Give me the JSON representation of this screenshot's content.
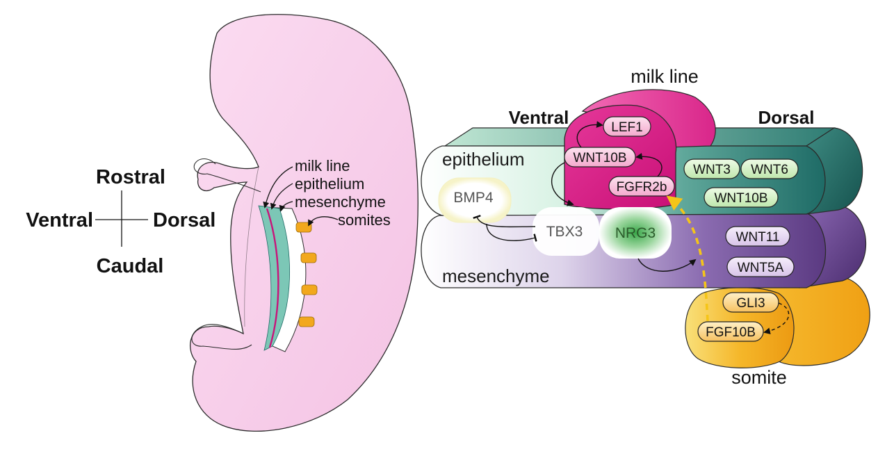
{
  "orientation": {
    "rostral": "Rostral",
    "caudal": "Caudal",
    "ventral": "Ventral",
    "dorsal": "Dorsal"
  },
  "embryo_labels": {
    "milk_line": "milk line",
    "epithelium": "epithelium",
    "mesenchyme": "mesenchyme",
    "somites": "somites"
  },
  "model": {
    "milk_line": "milk line",
    "ventral": "Ventral",
    "dorsal": "Dorsal",
    "epithelium": "epithelium",
    "mesenchyme": "mesenchyme",
    "somite": "somite"
  },
  "genes": {
    "lef1": "LEF1",
    "wnt10b_milk": "WNT10B",
    "fgfr2b": "FGFR2b",
    "bmp4": "BMP4",
    "tbx3": "TBX3",
    "nrg3": "NRG3",
    "wnt3": "WNT3",
    "wnt6": "WNT6",
    "wnt10b_dorsal": "WNT10B",
    "wnt11": "WNT11",
    "wnt5a": "WNT5A",
    "gli3": "GLI3",
    "fgf10b": "FGF10B"
  },
  "colors": {
    "embryo_skin": "#f8cdea",
    "epithelium_teal": "#1e6b66",
    "epithelium_light": "#cfeedd",
    "milk_line_magenta": "#d4147f",
    "mesenchyme_purple": "#5b3a82",
    "somite_orange": "#f2a81d",
    "signal_yellow": "#f5c518"
  }
}
